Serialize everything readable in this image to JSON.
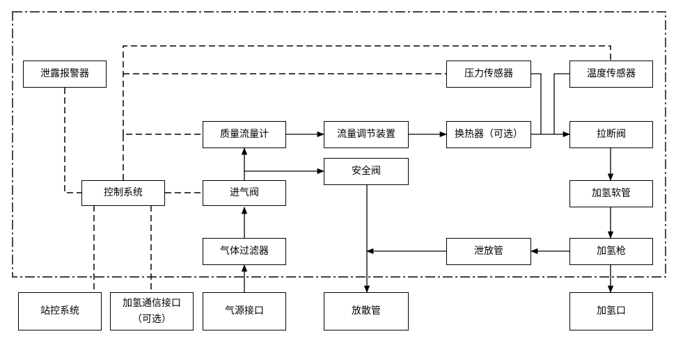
{
  "nodes": {
    "leak_alarm": "泄露报警器",
    "pressure_sensor": "压力传感器",
    "temperature_sensor": "温度传感器",
    "mass_flowmeter": "质量流量计",
    "flow_regulator": "流量调节装置",
    "heat_exchanger": "换热器（可选）",
    "breakaway_valve": "拉断阀",
    "safety_valve": "安全阀",
    "control_system": "控制系统",
    "inlet_valve": "进气阀",
    "dispensing_hose": "加氢软管",
    "gas_filter": "气体过滤器",
    "vent_pipe": "泄放管",
    "nozzle": "加氢枪",
    "station_control": "站控系统",
    "comm_interface_line1": "加氢通信接口",
    "comm_interface_line2": "（可选）",
    "gas_source_interface": "气源接口",
    "vent_stack": "放散管",
    "refuel_port": "加氢口"
  }
}
